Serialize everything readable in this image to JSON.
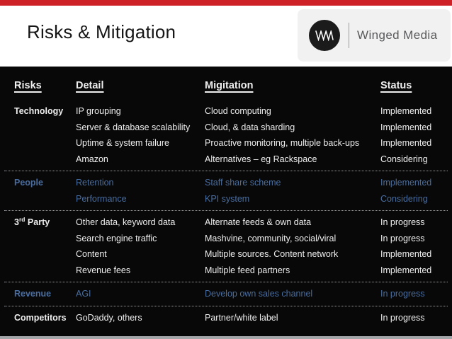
{
  "colors": {
    "top_bar": "#cd2027",
    "slide_bg": "#080808",
    "header_bg": "#ffffff",
    "accent_blue": "#4a6d9e",
    "white_text": "#efefef",
    "separator": "#959ca5",
    "bottom_strip": "#a2a6a9",
    "logo_bg": "#f1f1f1",
    "logo_circle": "#1b1b1b",
    "logo_text": "#58595b"
  },
  "header": {
    "title": "Risks & Mitigation",
    "logo": {
      "brand": "Winged Media",
      "monogram": "WM"
    }
  },
  "table": {
    "headers": [
      "Risks",
      "Detail",
      "Migitation",
      "Status"
    ],
    "sections": [
      {
        "label": {
          "text": "Technology"
        },
        "blue": false,
        "rows": [
          {
            "detail": "IP grouping",
            "mitigation": "Cloud computing",
            "status": "Implemented"
          },
          {
            "detail": "Server & database scalability",
            "mitigation": "Cloud, & data sharding",
            "status": "Implemented"
          },
          {
            "detail": "Uptime & system failure",
            "mitigation": "Proactive monitoring, multiple back-ups",
            "status": "Implemented"
          },
          {
            "detail": "Amazon",
            "mitigation": "Alternatives – eg Rackspace",
            "status": "Considering"
          }
        ]
      },
      {
        "label": {
          "text": "People"
        },
        "blue": true,
        "rows": [
          {
            "detail": "Retention",
            "mitigation": "Staff share scheme",
            "status": "Implemented"
          },
          {
            "detail": "Performance",
            "mitigation": "KPI system",
            "status": "Considering"
          }
        ]
      },
      {
        "label": {
          "text": "3",
          "sup": "rd",
          "rest": " Party"
        },
        "blue": false,
        "rows": [
          {
            "detail": "Other data, keyword data",
            "mitigation": "Alternate feeds & own data",
            "status": "In progress"
          },
          {
            "detail": "Search engine traffic",
            "mitigation": "Mashvine, community, social/viral",
            "status": "In progress"
          },
          {
            "detail": "Content",
            "mitigation": "Multiple sources. Content network",
            "status": "Implemented"
          },
          {
            "detail": "Revenue fees",
            "mitigation": "Multiple feed partners",
            "status": "Implemented"
          }
        ]
      },
      {
        "label": {
          "text": "Revenue"
        },
        "blue": true,
        "rows": [
          {
            "detail": "AGI",
            "mitigation": "Develop own sales channel",
            "status": "In progress"
          }
        ]
      },
      {
        "label": {
          "text": "Competitors"
        },
        "blue": false,
        "rows": [
          {
            "detail": "GoDaddy, others",
            "mitigation": "Partner/white label",
            "status": "In progress"
          }
        ]
      }
    ]
  }
}
